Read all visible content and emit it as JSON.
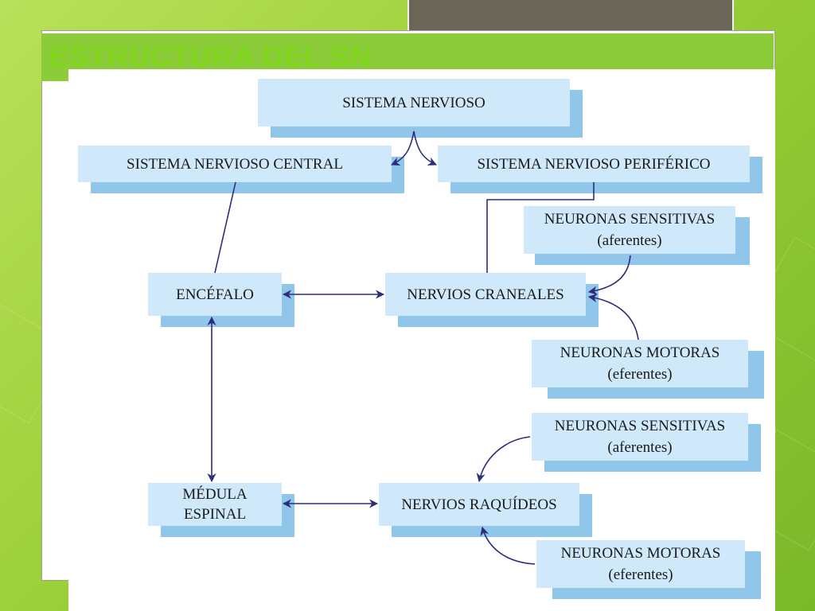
{
  "title": "ESTRUCTURA DEL SN",
  "nodes": {
    "sistema_nervioso": "SISTEMA NERVIOSO",
    "snc": "SISTEMA NERVIOSO CENTRAL",
    "snp": "SISTEMA NERVIOSO PERIFÉRICO",
    "encefalo": "ENCÉFALO",
    "nervios_craneales": "NERVIOS CRANEALES",
    "medula_1": "MÉDULA",
    "medula_2": "ESPINAL",
    "nervios_raquideos": "NERVIOS RAQUÍDEOS",
    "ns1_a": "NEURONAS SENSITIVAS",
    "ns1_b": "(aferentes)",
    "nm1_a": "NEURONAS MOTORAS",
    "nm1_b": "(eferentes)",
    "ns2_a": "NEURONAS SENSITIVAS",
    "ns2_b": "(aferentes)",
    "nm2_a": "NEURONAS MOTORAS",
    "nm2_b": "(eferentes)"
  },
  "colors": {
    "box_face": "#cfe9fb",
    "box_shadow": "#8fc6ea",
    "arrow": "#2b2f7a"
  }
}
